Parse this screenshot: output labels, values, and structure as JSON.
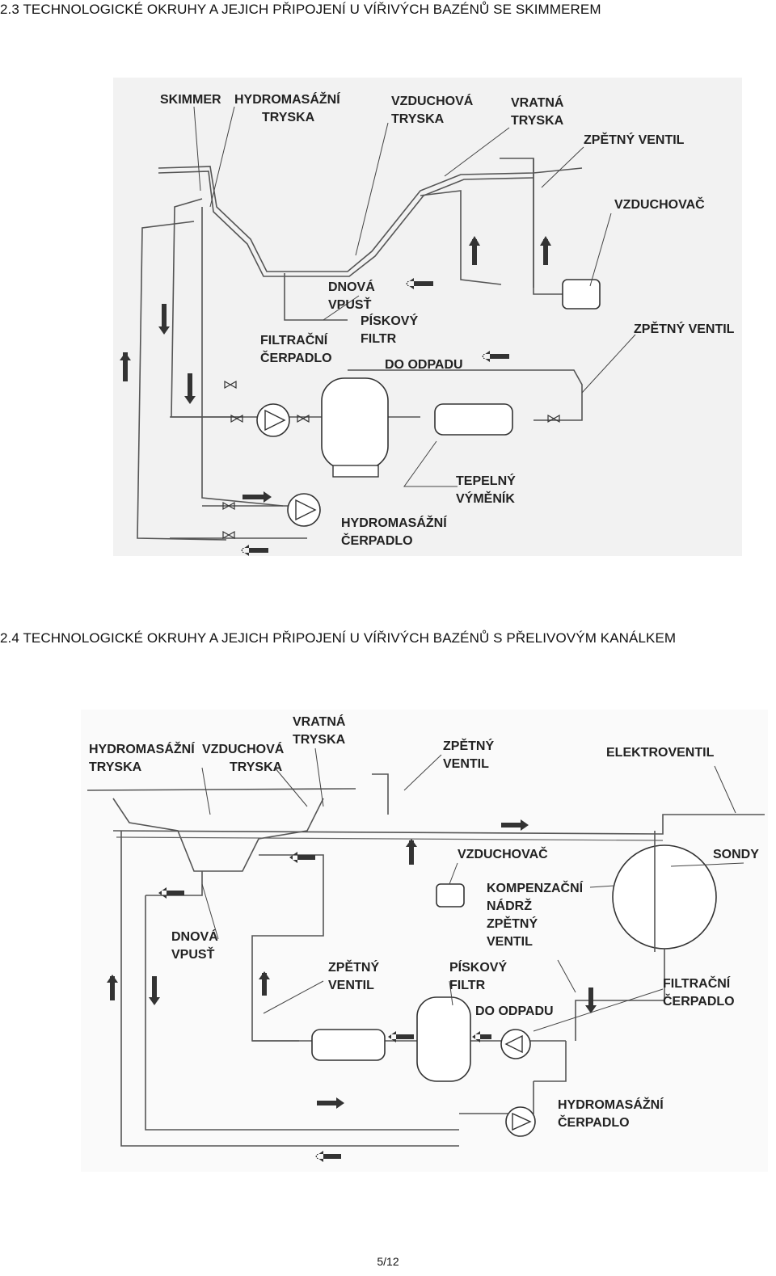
{
  "headings": {
    "section_23": "2.3 TECHNOLOGICKÉ OKRUHY A JEJICH PŘIPOJENÍ U VÍŘIVÝCH BAZÉNŮ SE SKIMMEREM",
    "section_24": "2.4 TECHNOLOGICKÉ OKRUHY A JEJICH PŘIPOJENÍ U VÍŘIVÝCH BAZÉNŮ S PŘELIVOVÝM KANÁLKEM"
  },
  "diagram1": {
    "skimmer": "SKIMMER",
    "hydro_jet_1": "HYDROMASÁŽNÍ",
    "hydro_jet_2": "TRYSKA",
    "air_jet_1": "VZDUCHOVÁ",
    "air_jet_2": "TRYSKA",
    "return_jet_1": "VRATNÁ",
    "return_jet_2": "TRYSKA",
    "check_valve_top": "ZPĚTNÝ VENTIL",
    "air_blower": "VZDUCHOVAČ",
    "drain_1": "DNOVÁ",
    "drain_2": "VPUSŤ",
    "sand_filter_1": "PÍSKOVÝ",
    "sand_filter_2": "FILTR",
    "check_valve_right": "ZPĚTNÝ VENTIL",
    "filter_pump_1": "FILTRAČNÍ",
    "filter_pump_2": "ČERPADLO",
    "to_waste": "DO ODPADU",
    "heat_exchanger_1": "TEPELNÝ",
    "heat_exchanger_2": "VÝMĚNÍK",
    "hydro_pump_1": "HYDROMASÁŽNÍ",
    "hydro_pump_2": "ČERPADLO"
  },
  "diagram2": {
    "return_jet_1": "VRATNÁ",
    "return_jet_2": "TRYSKA",
    "hydro_jet_1": "HYDROMASÁŽNÍ",
    "hydro_jet_2": "TRYSKA",
    "air_jet_1": "VZDUCHOVÁ",
    "air_jet_2": "TRYSKA",
    "check_valve_top_1": "ZPĚTNÝ",
    "check_valve_top_2": "VENTIL",
    "electrovalve": "ELEKTROVENTIL",
    "air_blower": "VZDUCHOVAČ",
    "probes": "SONDY",
    "comp_tank_1": "KOMPENZAČNÍ",
    "comp_tank_2": "NÁDRŽ",
    "check_valve_mid_1": "ZPĚTNÝ",
    "check_valve_mid_2": "VENTIL",
    "drain_1": "DNOVÁ",
    "drain_2": "VPUSŤ",
    "check_valve_left_1": "ZPĚTNÝ",
    "check_valve_left_2": "VENTIL",
    "sand_filter_1": "PÍSKOVÝ",
    "sand_filter_2": "FILTR",
    "to_waste": "DO ODPADU",
    "filter_pump_1": "FILTRAČNÍ",
    "filter_pump_2": "ČERPADLO",
    "hydro_pump_1": "HYDROMASÁŽNÍ",
    "hydro_pump_2": "ČERPADLO"
  },
  "page_number": "5/12"
}
